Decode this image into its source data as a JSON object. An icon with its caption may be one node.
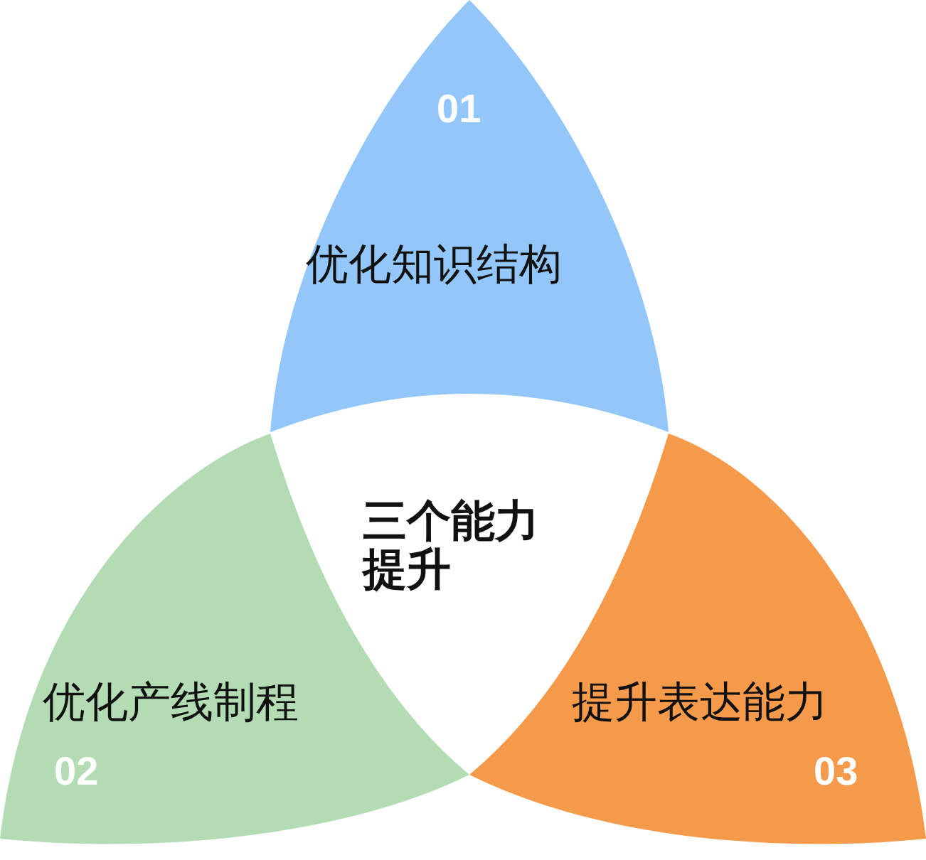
{
  "diagram": {
    "nodes": [
      {
        "text": [
          "01",
          "优化知识结构"
        ]
      },
      {
        "text": [
          "三个能力提升"
        ]
      },
      {
        "text": [
          "优化产线制程",
          "02"
        ]
      },
      {
        "text": [
          "提升表达能力",
          "03"
        ]
      }
    ]
  }
}
